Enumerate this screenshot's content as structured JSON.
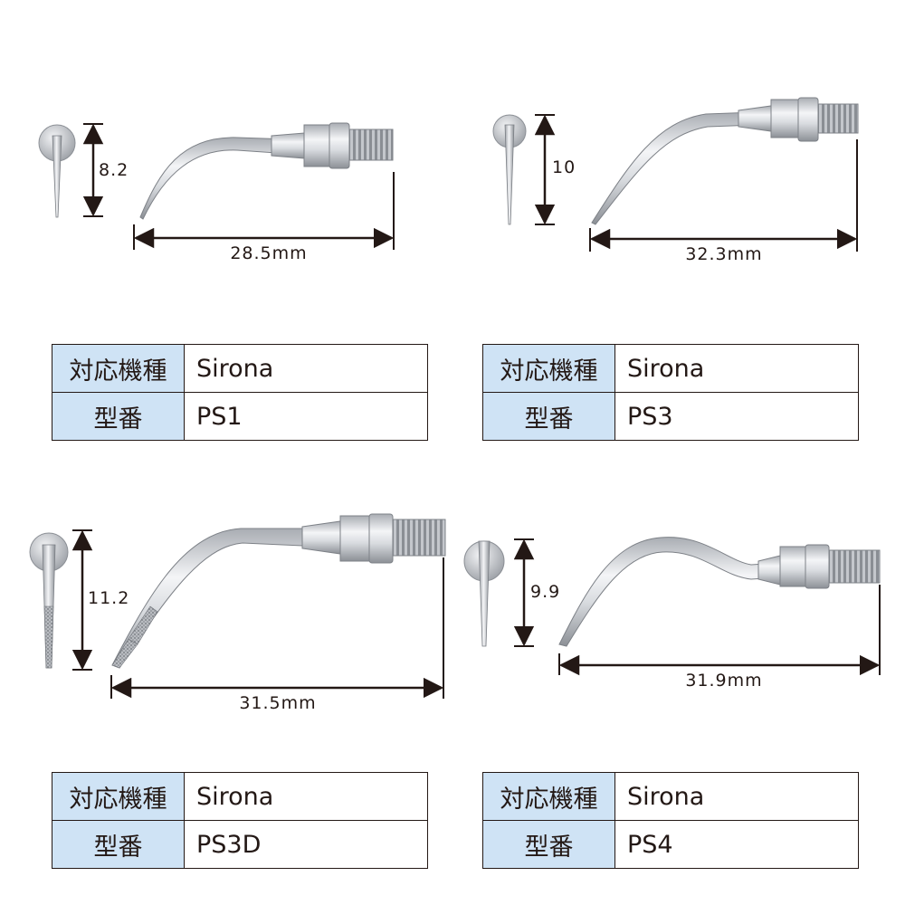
{
  "products": [
    {
      "height": "8.2",
      "length": "28.5mm",
      "maker_label": "対応機種",
      "maker": "Sirona",
      "model_label": "型番",
      "model": "PS1"
    },
    {
      "height": "10",
      "length": "32.3mm",
      "maker_label": "対応機種",
      "maker": "Sirona",
      "model_label": "型番",
      "model": "PS3"
    },
    {
      "height": "11.2",
      "length": "31.5mm",
      "maker_label": "対応機種",
      "maker": "Sirona",
      "model_label": "型番",
      "model": "PS3D"
    },
    {
      "height": "9.9",
      "length": "31.9mm",
      "maker_label": "対応機種",
      "maker": "Sirona",
      "model_label": "型番",
      "model": "PS4"
    }
  ],
  "colors": {
    "header_cell": "#cfe3f5",
    "line": "#231815",
    "metal_light": "#f2f3f5",
    "metal_dark": "#8c9096"
  }
}
